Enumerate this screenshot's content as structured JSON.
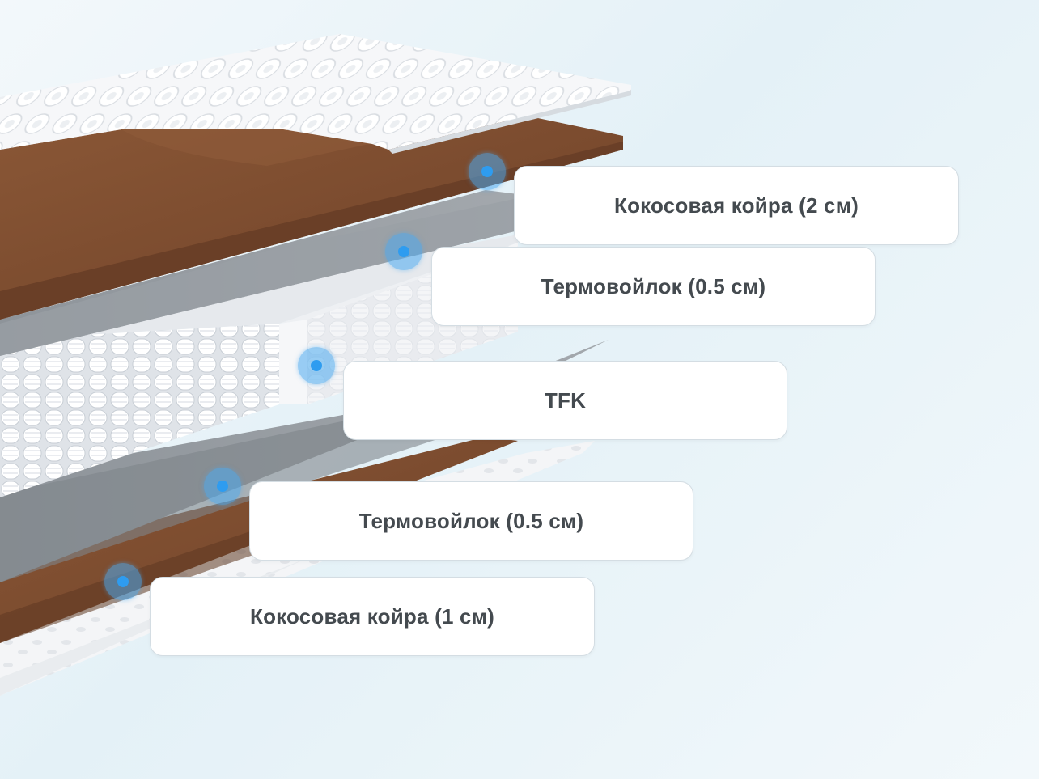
{
  "layers": [
    {
      "label": "Кокосовая койра (2 см)"
    },
    {
      "label": "Термовойлок (0.5 см)"
    },
    {
      "label": "TFK"
    },
    {
      "label": "Термовойлок (0.5 см)"
    },
    {
      "label": "Кокосовая койра (1 см)"
    }
  ],
  "colors": {
    "coir": "#7b4a2e",
    "felt": "#8d9399",
    "springs": "#eef0f3",
    "cover": "#f4f6f8",
    "hotspot": "#2e9cf0"
  }
}
